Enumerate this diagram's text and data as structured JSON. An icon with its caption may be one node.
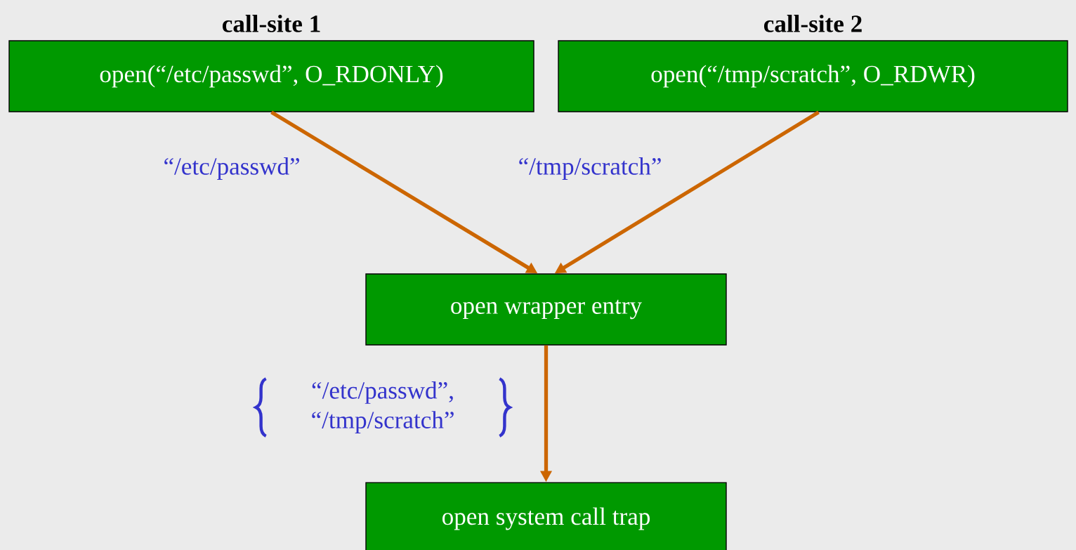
{
  "diagram": {
    "nodes": [
      {
        "text": [
          "call-site 1",
          "open(“/etc/passwd”, O_RDONLY)"
        ]
      },
      {
        "text": [
          "call-site 2",
          "open(“/tmp/scratch”, O_RDWR)"
        ]
      },
      {
        "text": [
          "open wrapper entry"
        ]
      },
      {
        "text": [
          "open system call trap"
        ]
      }
    ],
    "edges": [
      {
        "from": 0,
        "to": 2,
        "arrow": "to",
        "label": "“/etc/passwd”"
      },
      {
        "from": 1,
        "to": 2,
        "arrow": "to",
        "label": "“/tmp/scratch”"
      },
      {
        "from": 2,
        "to": 3,
        "arrow": "to",
        "label": "“/etc/passwd”, “/tmp/scratch”"
      }
    ]
  }
}
